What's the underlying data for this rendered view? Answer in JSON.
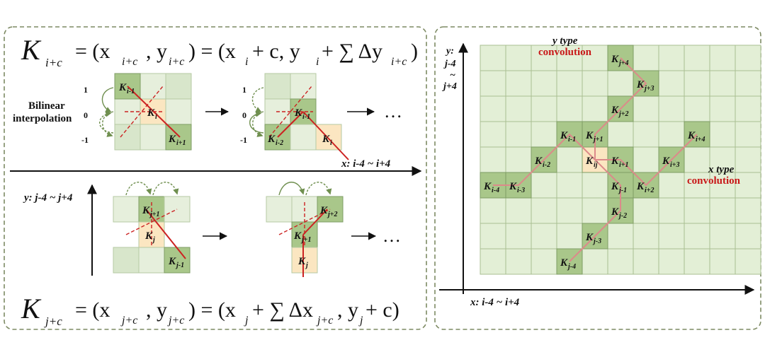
{
  "top_formula": {
    "lhs": "K",
    "lhs_sub": "i+c",
    "rhs1": "= (x",
    "rhs1_sub": "i+c",
    "rhs2": ", y",
    "rhs2_sub": "i+c",
    "rhs3": ") = (x",
    "rhs3_sub": "i",
    "rhs4": " + c, y",
    "rhs4_sub": "i",
    "rhs5": " + ∑ Δy",
    "rhs5_sub": "i+c",
    "rhs6": ")"
  },
  "bottom_formula": {
    "lhs": "K",
    "lhs_sub": "j+c",
    "rhs1": "= (x",
    "rhs1_sub": "j+c",
    "rhs2": ", y",
    "rhs2_sub": "j+c",
    "rhs3": ") = (x",
    "rhs3_sub": "j",
    "rhs4": " + ∑ Δx",
    "rhs4_sub": "j+c",
    "rhs5": ", y",
    "rhs5_sub": "j",
    "rhs6": " + c)"
  },
  "left_panel": {
    "bilinear_line1": "Bilinear",
    "bilinear_line2": "interpolation",
    "tick_1": "1",
    "tick_0": "0",
    "tick_m1": "-1",
    "x_axis_label": "x: i-4 ~ i+4",
    "y_axis_label": "y: j-4 ~ j+4",
    "ellipsis": "…",
    "top_a": {
      "k_im1": "K",
      "k_im1_sub": "i-1",
      "k_i": "K",
      "k_i_sub": "i",
      "k_ip1": "K",
      "k_ip1_sub": "i+1"
    },
    "top_b": {
      "k_ip1": "K",
      "k_ip1_sub": "i-1",
      "k_im2": "K",
      "k_im2_sub": "i-2",
      "k_i": "K",
      "k_i_sub": "i"
    },
    "bot_a": {
      "k_jp1": "K",
      "k_jp1_sub": "j+1",
      "k_j": "K",
      "k_j_sub": "j",
      "k_jm1": "K",
      "k_jm1_sub": "j-1"
    },
    "bot_b": {
      "k_jp2": "K",
      "k_jp2_sub": "j+2",
      "k_jp1": "K",
      "k_jp1_sub": "j+1",
      "k_j": "K",
      "k_j_sub": "j"
    }
  },
  "right_panel": {
    "y_axis_line1": "y:",
    "y_axis_line2": "j-4",
    "y_axis_line3": "~",
    "y_axis_line4": "j+4",
    "x_axis_label": "x: i-4 ~ i+4",
    "y_type_line1": "y type",
    "y_type_line2": "convolution",
    "x_type_line1": "x type",
    "x_type_line2": "convolution",
    "cells": [
      {
        "label": "K",
        "sub": "j+4"
      },
      {
        "label": "K",
        "sub": "j+3"
      },
      {
        "label": "K",
        "sub": "j+2"
      },
      {
        "label": "K",
        "sub": "i-1"
      },
      {
        "label": "K",
        "sub": "j+1"
      },
      {
        "label": "K",
        "sub": "i+4"
      },
      {
        "label": "K",
        "sub": "i-2"
      },
      {
        "label": "K",
        "sub": "ij"
      },
      {
        "label": "K",
        "sub": "i+1"
      },
      {
        "label": "K",
        "sub": "i+3"
      },
      {
        "label": "K",
        "sub": "i-4"
      },
      {
        "label": "K",
        "sub": "i-3"
      },
      {
        "label": "K",
        "sub": "j-1"
      },
      {
        "label": "K",
        "sub": "i+2"
      },
      {
        "label": "K",
        "sub": "j-2"
      },
      {
        "label": "K",
        "sub": "j-3"
      },
      {
        "label": "K",
        "sub": "j-4"
      }
    ]
  },
  "colors": {
    "grid_fill": "#e3efd6",
    "grid_line": "#a9bf92",
    "active_cell": "#a9c78a",
    "center_cell": "#fbe6c1",
    "red_line": "#cc2222",
    "pink_line": "#dc8a8a",
    "arrow_green": "#6f8f4f"
  }
}
